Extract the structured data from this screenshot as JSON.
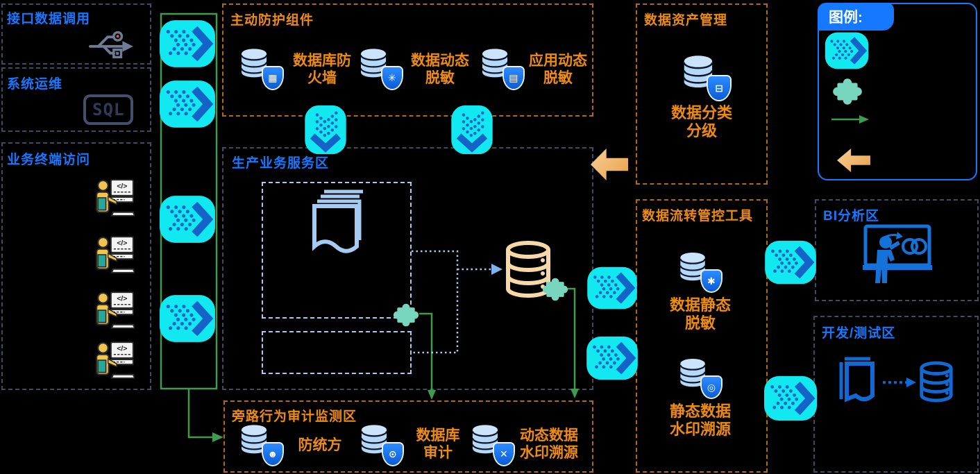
{
  "colors": {
    "background": "#000000",
    "title_blue": "#1677FF",
    "title_orange": "#EE8C0C",
    "border_dark": "#3E4C61",
    "border_orange": "#B06A12",
    "border_lightblue": "#A6CBF2",
    "cyan_arrow": "#12E8F0",
    "cyan_chevron": "#1463C7",
    "green": "#3E9B4F",
    "teal_puzzle": "#79D6BE",
    "tan_database": "#F7D8A6",
    "shield_blue": "#1677F7",
    "right_icon_blue": "#1472D8"
  },
  "legend": {
    "title": "图例:",
    "items": [
      {
        "icon": "flow-arrow-icon"
      },
      {
        "icon": "puzzle-icon"
      },
      {
        "icon": "green-arrow-icon"
      },
      {
        "icon": "orange-arrow-icon"
      }
    ]
  },
  "zones": {
    "interface": {
      "title": "接口数据调用",
      "icon": "usb-icon"
    },
    "ops": {
      "title": "系统运维",
      "icon": "sql-icon",
      "sql_text": "SQL"
    },
    "terminal": {
      "title": "业务终端访问",
      "icon": "terminal-user-icon",
      "terminal_count": 4,
      "screen_text": "</>"
    },
    "protection": {
      "title": "主动防护组件",
      "items": [
        {
          "label": "数据库防\n火墙",
          "icon": "database-firewall-shield-icon",
          "glyph": "▦"
        },
        {
          "label": "数据动态\n脱敏",
          "icon": "database-dynamic-mask-shield-icon",
          "glyph": "✳"
        },
        {
          "label": "应用动态\n脱敏",
          "icon": "database-app-mask-shield-icon",
          "glyph": "▤"
        }
      ]
    },
    "production": {
      "title": "生产业务服务区",
      "icons": [
        "document-stack-icon",
        "tan-database-icon",
        "puzzle-icon"
      ]
    },
    "audit": {
      "title": "旁路行为审计监测区",
      "items": [
        {
          "label": "防统方",
          "icon": "database-person-shield-icon",
          "glyph": "☻"
        },
        {
          "label": "数据库\n审计",
          "icon": "database-audit-shield-icon",
          "glyph": "⊙"
        },
        {
          "label": "动态数据\n水印溯源",
          "icon": "database-watermark-shield-icon",
          "glyph": "✕"
        }
      ]
    },
    "asset": {
      "title": "数据资产管理",
      "item": {
        "label": "数据分类\n分级",
        "icon": "database-classify-shield-icon",
        "glyph": "⊟"
      }
    },
    "flowctl": {
      "title": "数据流转管控工具",
      "items": [
        {
          "label": "数据静态\n脱敏",
          "icon": "database-static-mask-shield-icon",
          "glyph": "✱"
        },
        {
          "label": "静态数据\n水印溯源",
          "icon": "database-static-watermark-shield-icon",
          "glyph": "◎"
        }
      ]
    },
    "bi": {
      "title": "BI分析区",
      "icon": "bi-presentation-icon"
    },
    "dev": {
      "title": "开发/测试区",
      "icons": [
        "document-icon",
        "blue-database-icon"
      ]
    }
  }
}
